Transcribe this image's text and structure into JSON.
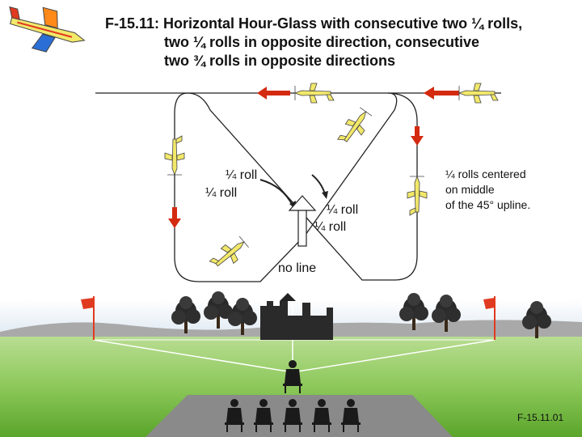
{
  "title": {
    "line1": "F-15.11: Horizontal Hour-Glass with consecutive two ¼ rolls,",
    "line2": "two ¼ rolls in opposite direction, consecutive",
    "line3": "two ¾ rolls in opposite directions"
  },
  "labels": {
    "roll_upper_left": "¼  roll",
    "roll_lower_left": "¼  roll",
    "roll_upper_center": "¼  roll",
    "roll_lower_center": "¼  roll",
    "no_line": "no line"
  },
  "note": {
    "line1": "¼ rolls centered",
    "line2": "on middle",
    "line3": "of the 45° upline."
  },
  "figure_code": "F-15.11.01",
  "colors": {
    "arrow": "#d42a10",
    "plane_body": "#f2e86a",
    "flight_path": "#222222",
    "sky": "#ffffff",
    "grass": "#6fb83a",
    "runway": "#8a8a8a",
    "flag": "#e03a20"
  }
}
